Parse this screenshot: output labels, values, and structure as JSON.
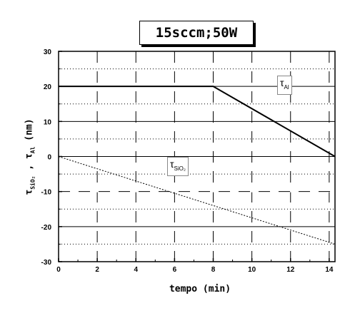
{
  "chart_data": {
    "type": "line",
    "title": "15sccm;50W",
    "xlabel": "tempo (min)",
    "ylabel": {
      "symbol1": "τ",
      "sub1": "SiO₂",
      "separator": " , ",
      "symbol2": "τ",
      "sub2": "Al",
      "unit": " (nm)"
    },
    "xlim": [
      0,
      14.3
    ],
    "ylim": [
      -30,
      30
    ],
    "xticks": [
      "0",
      "2",
      "4",
      "6",
      "8",
      "10",
      "12",
      "14"
    ],
    "yticks": [
      "30",
      "20",
      "10",
      "0",
      "-10",
      "-20",
      "-30"
    ],
    "grid": true,
    "series": [
      {
        "label_symbol": "τ",
        "label_sub": "Al",
        "style": "solid",
        "x": [
          0,
          8,
          14.3
        ],
        "y": [
          20,
          20,
          0
        ]
      },
      {
        "label_symbol": "τ",
        "label_sub": "SiO₂",
        "style": "dotted",
        "x": [
          0,
          14.3
        ],
        "y": [
          0,
          -25
        ]
      }
    ]
  }
}
